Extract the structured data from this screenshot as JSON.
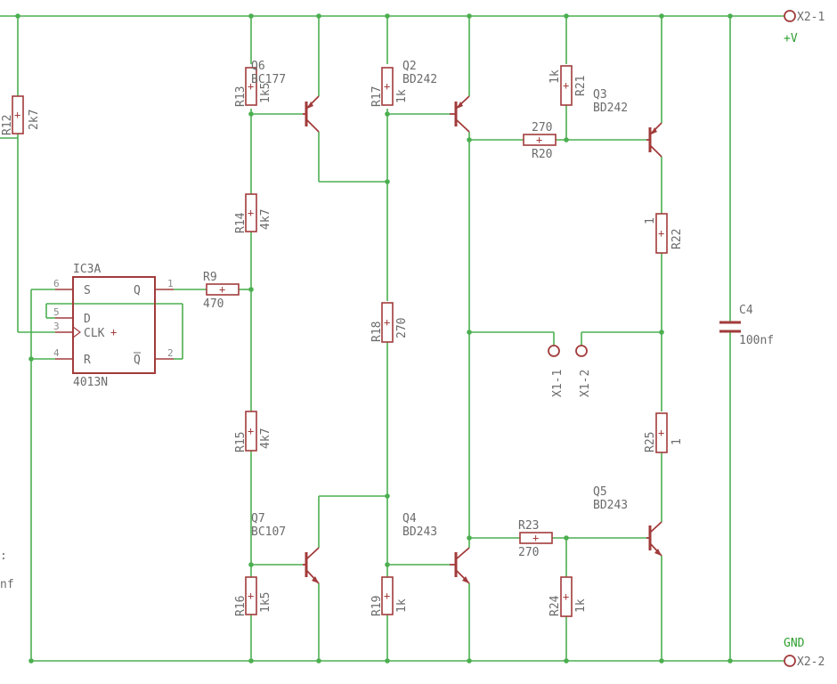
{
  "colors": {
    "wire": "#4caf50",
    "part": "#a23b3b",
    "label": "#6b6b6b"
  },
  "resistors": {
    "r12": {
      "name": "R12",
      "value": "2k7"
    },
    "r13": {
      "name": "R13",
      "value": "1k5"
    },
    "r14": {
      "name": "R14",
      "value": "4k7"
    },
    "r15": {
      "name": "R15",
      "value": "4k7"
    },
    "r16": {
      "name": "R16",
      "value": "1k5"
    },
    "r17": {
      "name": "R17",
      "value": "1k"
    },
    "r18": {
      "name": "R18",
      "value": "270"
    },
    "r19": {
      "name": "R19",
      "value": "1k"
    },
    "r20": {
      "name": "R20",
      "value": "270"
    },
    "r21": {
      "name": "R21",
      "value": "1k"
    },
    "r22": {
      "name": "R22",
      "value": "1"
    },
    "r23": {
      "name": "R23",
      "value": "270"
    },
    "r24": {
      "name": "R24",
      "value": "1k"
    },
    "r25": {
      "name": "R25",
      "value": "1"
    },
    "r9": {
      "name": "R9",
      "value": "470"
    }
  },
  "transistors": {
    "q2": {
      "name": "Q2",
      "type": "BD242"
    },
    "q3": {
      "name": "Q3",
      "type": "BD242"
    },
    "q4": {
      "name": "Q4",
      "type": "BD243"
    },
    "q5": {
      "name": "Q5",
      "type": "BD243"
    },
    "q6": {
      "name": "Q6",
      "type": "BC177"
    },
    "q7": {
      "name": "Q7",
      "type": "BC107"
    }
  },
  "capacitor": {
    "name": "C4",
    "value": "100nf"
  },
  "ic": {
    "name": "IC3A",
    "part": "4013N",
    "pins": {
      "p6": "6",
      "p5": "5",
      "p3": "3",
      "p4": "4",
      "p1": "1",
      "p2": "2"
    },
    "pin_labels": {
      "s": "S",
      "d": "D",
      "clk": "CLK",
      "r": "R",
      "q": "Q",
      "qbar": "Q"
    }
  },
  "connectors": {
    "x2_1": "X2-1",
    "x2_2": "X2-2",
    "x1_1": "X1-1",
    "x1_2": "X1-2",
    "supply": "+V",
    "ground": "GND"
  },
  "edge_text": {
    "left_top": ":",
    "left_bottom": "nf"
  }
}
